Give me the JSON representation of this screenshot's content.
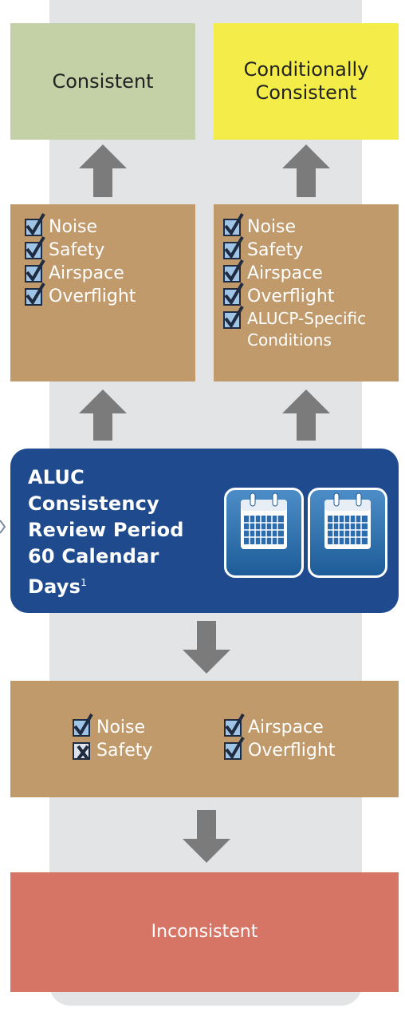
{
  "outcomes": {
    "consistent": "Consistent",
    "conditionally_consistent": "Conditionally Consistent",
    "inconsistent": "Inconsistent"
  },
  "left_checklist": [
    {
      "label": "Noise",
      "state": "checked"
    },
    {
      "label": "Safety",
      "state": "checked"
    },
    {
      "label": "Airspace",
      "state": "checked"
    },
    {
      "label": "Overflight",
      "state": "checked"
    }
  ],
  "right_checklist": [
    {
      "label": "Noise",
      "state": "checked"
    },
    {
      "label": "Safety",
      "state": "checked"
    },
    {
      "label": "Airspace",
      "state": "checked"
    },
    {
      "label": "Overflight",
      "state": "checked"
    },
    {
      "label": "ALUCP-Specific Conditions",
      "line1": "ALUCP-Specific",
      "line2": "Conditions",
      "state": "checked"
    }
  ],
  "bottom_checklist": [
    {
      "label": "Noise",
      "state": "checked"
    },
    {
      "label": "Airspace",
      "state": "checked"
    },
    {
      "label": "Safety",
      "state": "crossed"
    },
    {
      "label": "Overflight",
      "state": "checked"
    }
  ],
  "review": {
    "line1": "ALUC",
    "line2": "Consistency",
    "line3": "Review Period",
    "line4": "60 Calendar",
    "line5": "Days",
    "footnote": "1"
  },
  "icons": [
    "calendar-icon",
    "calendar-icon",
    "check-icon",
    "x-icon",
    "arrow-up-icon",
    "arrow-down-icon"
  ],
  "colors": {
    "consistent": "#c4d0a5",
    "conditionally_consistent": "#f4ed49",
    "inconsistent": "#d67466",
    "criteria_box": "#c19a6b",
    "review_box": "#1f4b8e",
    "arrow": "#7b7b7b"
  }
}
